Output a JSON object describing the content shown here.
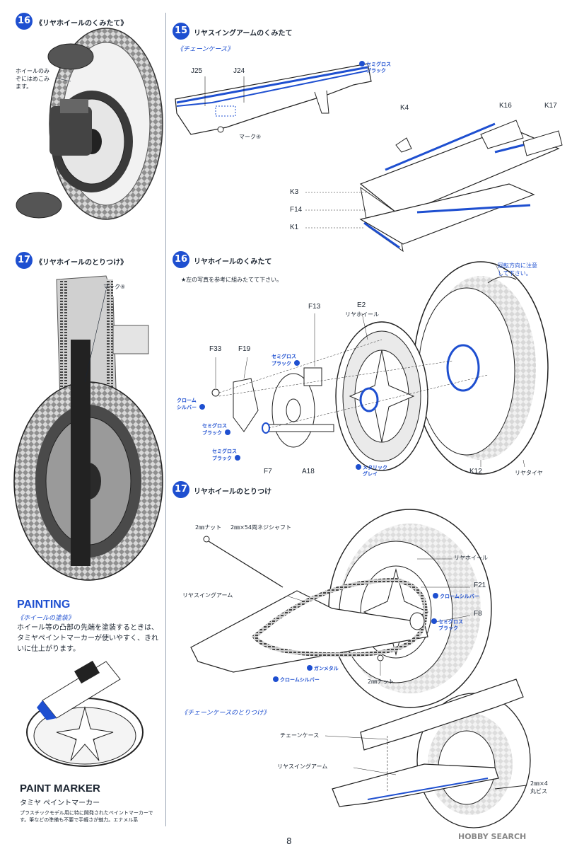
{
  "left": {
    "step16": {
      "num": "16",
      "title": "《リヤホイールのくみたて》",
      "note": [
        "ホイールのみ",
        "ぞにはめこみ",
        "ます。"
      ]
    },
    "step17": {
      "num": "17",
      "title": "《リヤホイールのとりつけ》",
      "mark": "マーク④"
    },
    "painting": {
      "heading": "PAINTING",
      "subtitle": "《ホイールの塗装》",
      "text": "ホイール等の凸部の先端を塗装するときは、タミヤペイントマーカーが使いやすく、きれいに仕上がります。"
    },
    "paint_marker": {
      "title": "PAINT MARKER",
      "subtitle": "タミヤ ペイントマーカー",
      "text": "プラスチックモデル用に特に開発されたペイントマーカーです。筆などの準備も不要で手軽さが魅力。エナメル系"
    }
  },
  "step15": {
    "num": "15",
    "title": "リヤスイングアームのくみたて",
    "sub": "《チェーンケース》",
    "labels": {
      "j25": "J25",
      "j24": "J24",
      "mark": "マーク④",
      "k4": "K4",
      "k16": "K16",
      "k17": "K17",
      "k3": "K3",
      "f14": "F14",
      "k1": "K1"
    },
    "paint": [
      "セミグロス",
      "ブラック"
    ]
  },
  "step16": {
    "num": "16",
    "title": "リヤホイールのくみたて",
    "instruction": "★左の写真を参考に組みたてて下さい。",
    "rotation_note": [
      "回転方向に注意",
      "して下さい。"
    ],
    "labels": {
      "f13": "F13",
      "e2": "E2",
      "rear_wheel": "リヤホイール",
      "f33": "F33",
      "f19": "F19",
      "f7": "F7",
      "a18": "A18",
      "k12": "K12",
      "rear_tire": "リヤタイヤ"
    },
    "paints": {
      "semi1": [
        "セミグロス",
        "ブラック"
      ],
      "chrome": [
        "クローム",
        "シルバー"
      ],
      "semi2": [
        "セミグロス",
        "ブラック"
      ],
      "semi3": [
        "セミグロス",
        "ブラック"
      ],
      "metallic": [
        "メタリック",
        "グレイ"
      ]
    }
  },
  "step17": {
    "num": "17",
    "title": "リヤホイールのとりつけ",
    "labels": {
      "nut1": "2㎜ナット",
      "shaft": "2㎜×54両ネジシャフト",
      "rear_wheel": "リヤホイール",
      "swing_arm": "リヤスイングアーム",
      "f21": "F21",
      "f8": "F8",
      "nut2": "2㎜ナット"
    },
    "paints": {
      "chrome": "クロームシルバー",
      "semi": [
        "セミグロス",
        "ブラック"
      ],
      "gunmetal": "ガンメタル",
      "chrome2": "クロームシルバー"
    }
  },
  "chain_case": {
    "sub": "《チェーンケースのとりつけ》",
    "labels": {
      "case": "チェーンケース",
      "swing_arm": "リヤスイングアーム",
      "screw": [
        "2㎜×4",
        "丸ビス"
      ]
    }
  },
  "page_number": "8",
  "watermark": "HOBBY SEARCH",
  "colors": {
    "accent": "#1e4fd0",
    "line": "#1b2430"
  }
}
